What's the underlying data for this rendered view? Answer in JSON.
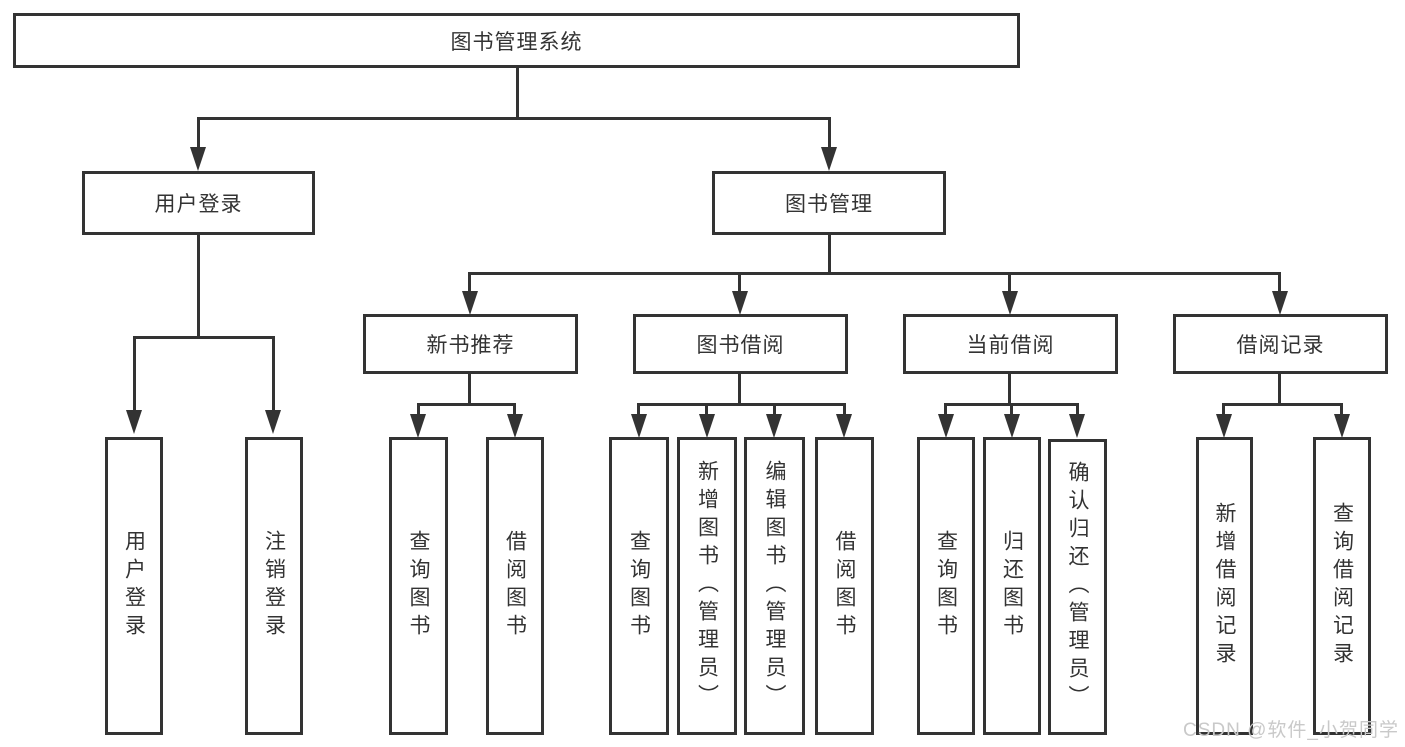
{
  "colors": {
    "line": "#333333",
    "box_border": "#333333",
    "background": "#ffffff",
    "watermark": "#c9c9c9"
  },
  "watermark": {
    "text": "CSDN @软件_小贺同学"
  },
  "tree": {
    "label": "图书管理系统",
    "children": [
      {
        "label": "用户登录",
        "children": [
          {
            "label": "用户登录"
          },
          {
            "label": "注销登录"
          }
        ]
      },
      {
        "label": "图书管理",
        "children": [
          {
            "label": "新书推荐",
            "children": [
              {
                "label": "查询图书"
              },
              {
                "label": "借阅图书"
              }
            ]
          },
          {
            "label": "图书借阅",
            "children": [
              {
                "label": "查询图书"
              },
              {
                "label": "新增图书（管理员）"
              },
              {
                "label": "编辑图书（管理员）"
              },
              {
                "label": "借阅图书"
              }
            ]
          },
          {
            "label": "当前借阅",
            "children": [
              {
                "label": "查询图书"
              },
              {
                "label": "归还图书"
              },
              {
                "label": "确认归还（管理员）"
              }
            ]
          },
          {
            "label": "借阅记录",
            "children": [
              {
                "label": "新增借阅记录"
              },
              {
                "label": "查询借阅记录"
              }
            ]
          }
        ]
      }
    ]
  }
}
